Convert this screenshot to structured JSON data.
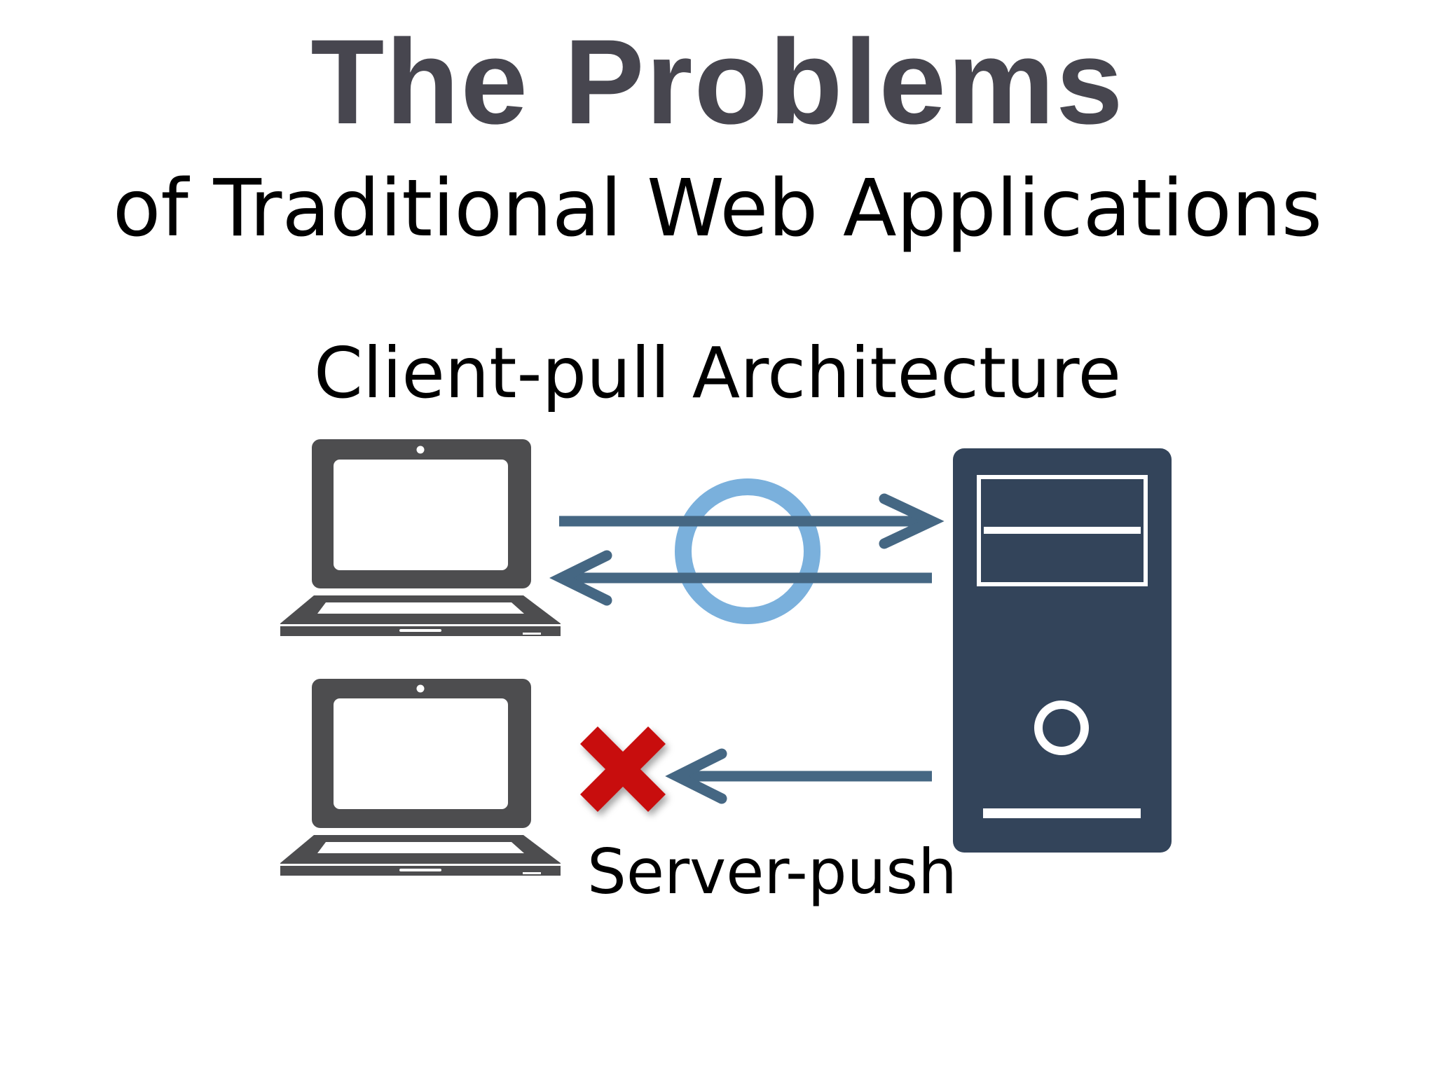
{
  "title": "The Problems",
  "subtitle": "of Traditional Web Applications",
  "diagram": {
    "heading": "Client-pull Architecture",
    "nodes": [
      {
        "id": "client-1",
        "icon": "laptop-icon"
      },
      {
        "id": "client-2",
        "icon": "laptop-icon"
      },
      {
        "id": "server",
        "icon": "server-tower-icon"
      }
    ],
    "edges": [
      {
        "from": "client-1",
        "to": "server",
        "style": "arrow"
      },
      {
        "from": "server",
        "to": "client-1",
        "style": "arrow"
      },
      {
        "from": "server",
        "to": "client-2",
        "style": "arrow",
        "blocked": true
      }
    ],
    "cycle_indicator_icon": "circle-loop-icon",
    "blocked_icon": "red-x-icon",
    "push_label": "Server-push"
  },
  "colors": {
    "title": "#47464f",
    "laptop": "#4d4d4f",
    "server": "#33445a",
    "arrow": "#456783",
    "cycle": "#7ab0dc",
    "blocked": "#c8100f"
  }
}
